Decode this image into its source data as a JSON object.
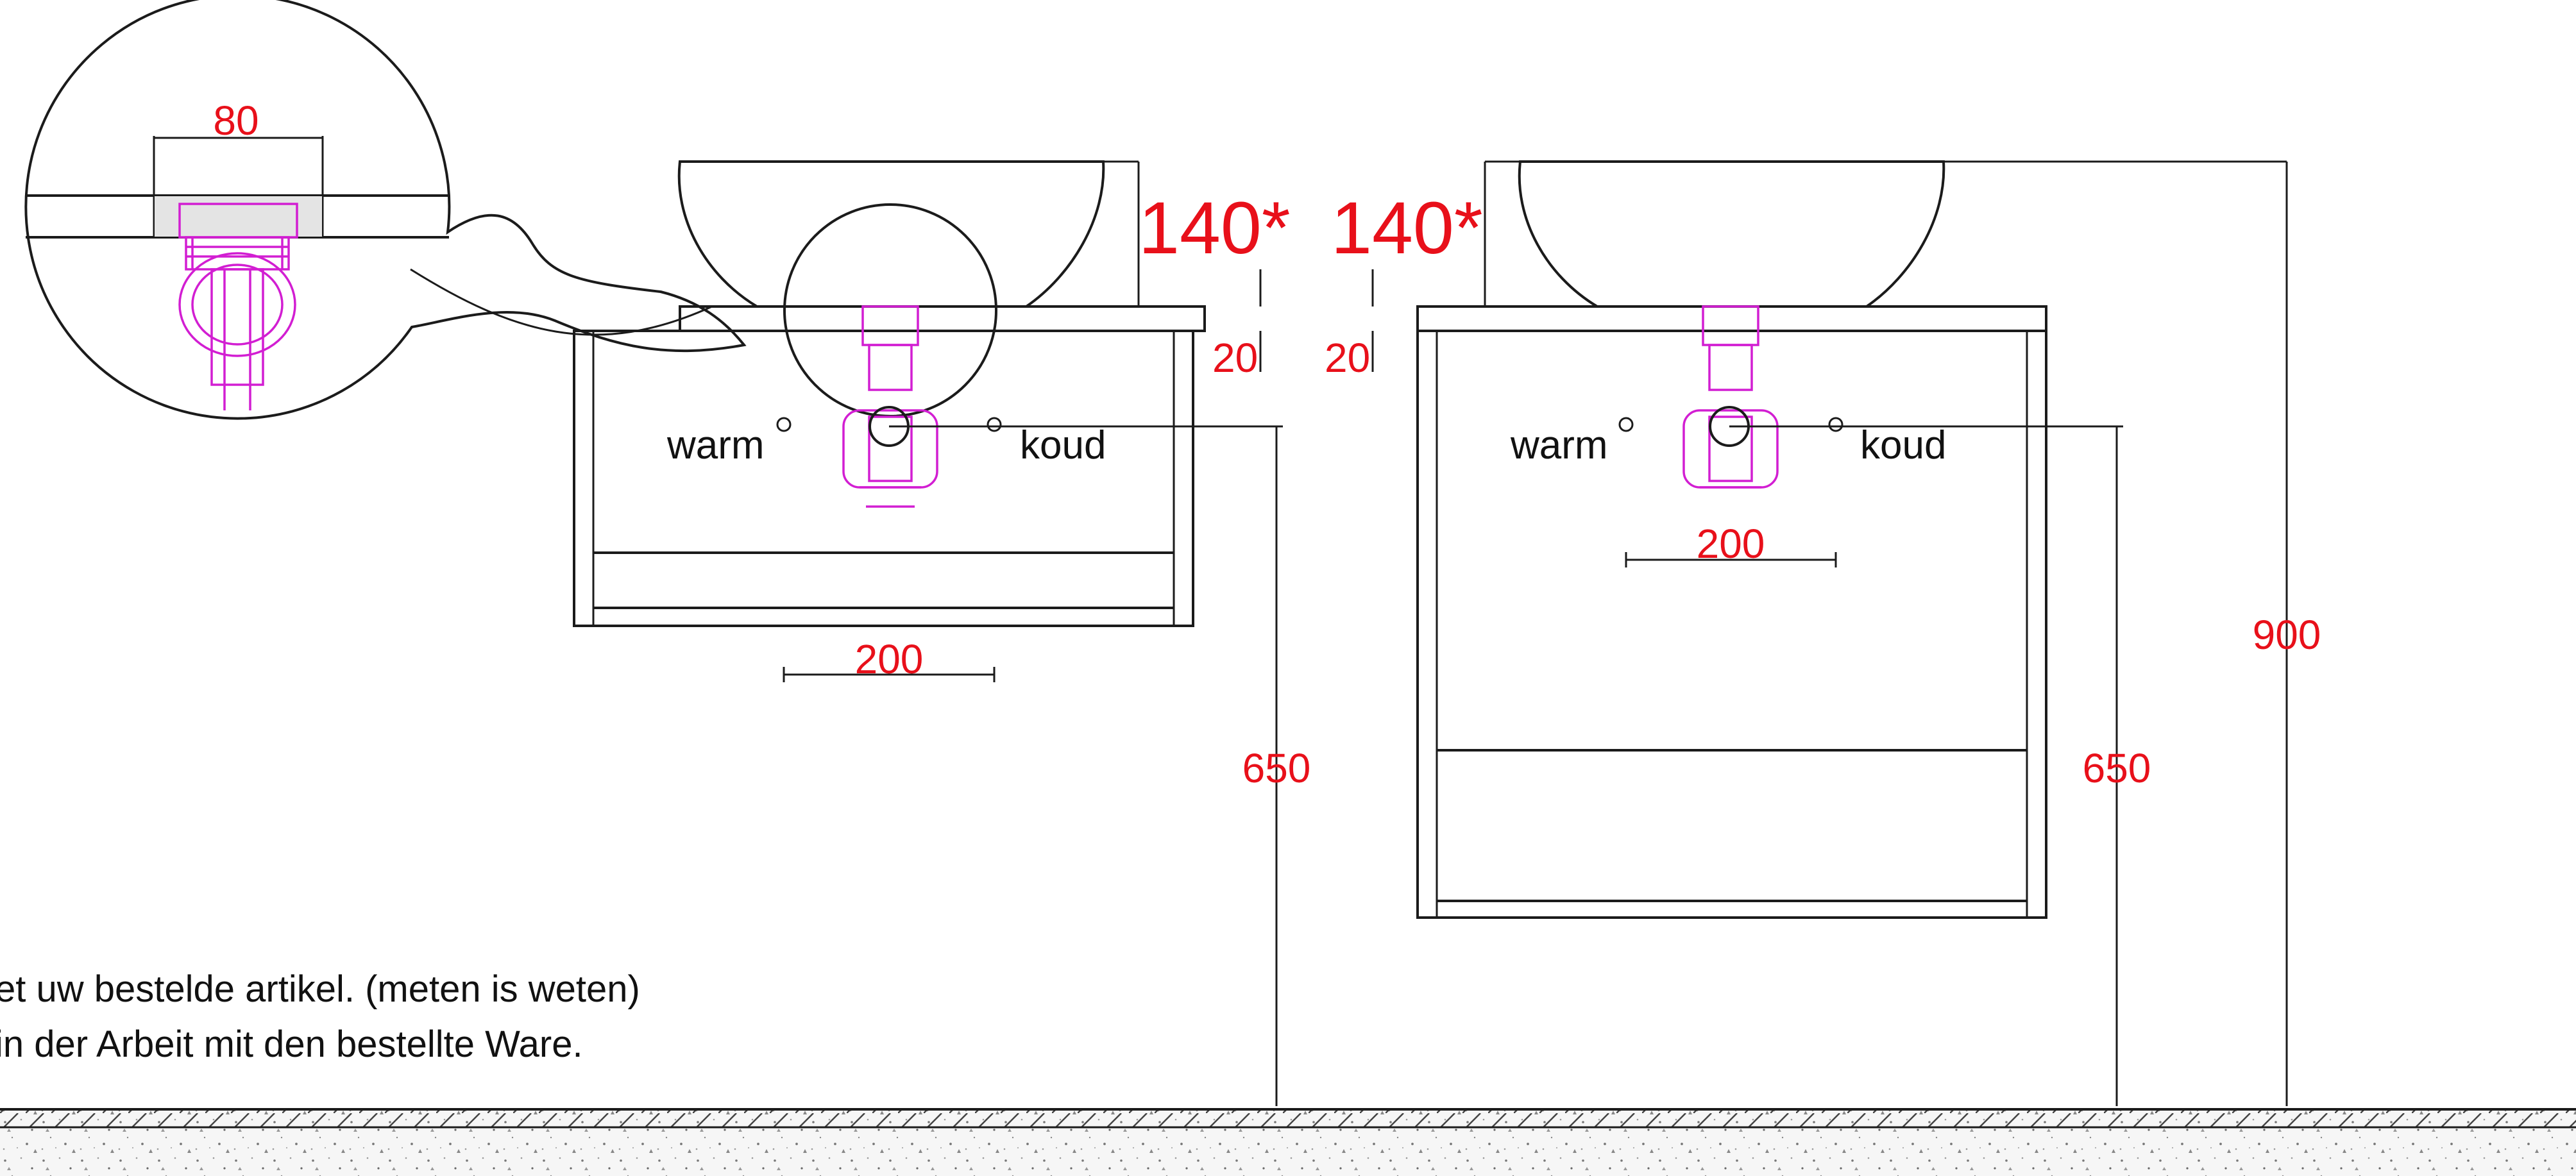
{
  "colors": {
    "dimension_text": "#e8101a",
    "drain_parts": "#d21ed2",
    "line_work": "#1b1b1b",
    "background": "#ffffff"
  },
  "detail": {
    "drain_width": "80"
  },
  "left_unit": {
    "bowl_height": "140*",
    "top_thickness": "20",
    "warm_label": "warm",
    "cold_label": "koud",
    "tap_spacing": "200",
    "drain_height": "650"
  },
  "right_unit": {
    "bowl_height": "140*",
    "top_thickness": "20",
    "warm_label": "warm",
    "cold_label": "koud",
    "tap_spacing": "200",
    "drain_height": "650",
    "total_height": "900"
  },
  "notes": {
    "line_nl": "et uw bestelde artikel. (meten is weten)",
    "line_de": "in der Arbeit mit den bestellte Ware."
  },
  "icons": {
    "floor": "floor-hatch-icon",
    "warm_tap": "warm-tap-hole-icon",
    "cold_tap": "cold-tap-hole-icon"
  }
}
